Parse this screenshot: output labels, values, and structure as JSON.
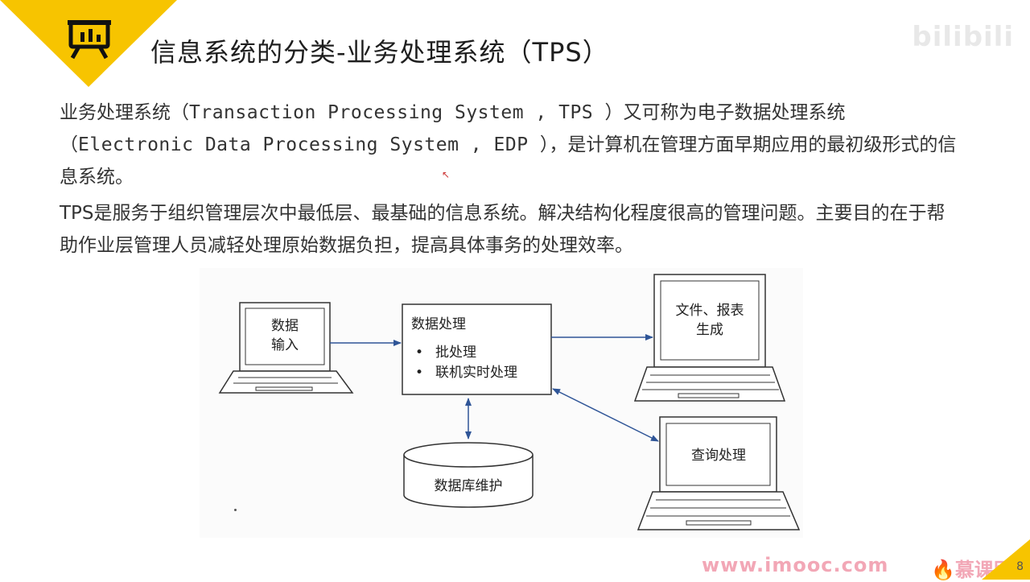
{
  "header": {
    "title": "信息系统的分类-业务处理系统（TPS）"
  },
  "content": {
    "p1_zh1": "业务处理系统（",
    "p1_en1": "Transaction Processing System , TPS ",
    "p1_zh2": "）又可称为电子数据处理系统",
    "p1_zh3": "（",
    "p1_en2": "Electronic Data Processing System , EDP ",
    "p1_zh4": "），是计算机在管理方面早期应用的最初级形式的信息系统。",
    "p2": "TPS是服务于组织管理层次中最低层、最基础的信息系统。解决结构化程度很高的管理问题。主要目的在于帮助作业层管理人员减轻处理原始数据负担，提高具体事务的处理效率。"
  },
  "diagram": {
    "input_line1": "数据",
    "input_line2": "输入",
    "process_title": "数据处理",
    "process_item1": "批处理",
    "process_item2": "联机实时处理",
    "db_label": "数据库维护",
    "report_line1": "文件、报表",
    "report_line2": "生成",
    "query_label": "查询处理",
    "bullet": "•"
  },
  "footer": {
    "url": "www.imooc.com",
    "brand": "慕课网",
    "page_number": "8"
  },
  "watermark": "bilibili",
  "colors": {
    "accent_yellow": "#f7c400",
    "arrow_blue": "#2f5597",
    "footer_pink": "#f2a7b6"
  },
  "icons": {
    "header_icon": "presentation-board-icon"
  }
}
